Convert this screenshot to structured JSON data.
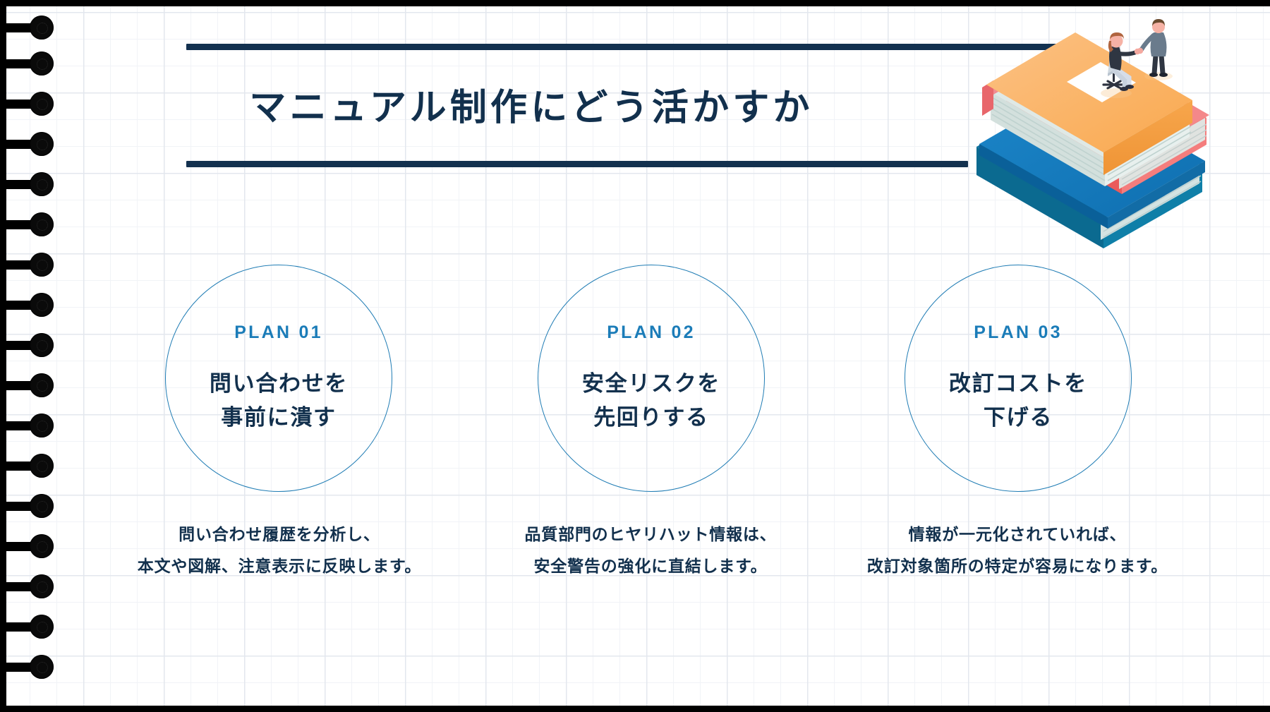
{
  "slide": {
    "title": "マニュアル制作にどう活かすか",
    "accent_blue": "#1b7cb8",
    "navy": "#12304d",
    "rule_color": "#13314f",
    "circle_stroke": "#1f7cb4",
    "grid_line_color": "#e3e7ee",
    "background": "#ffffff"
  },
  "illustration": {
    "name": "stacked-books-with-people",
    "books": [
      {
        "cover": "#f9b063",
        "page_edge": "#dfe9e6",
        "spine": "#f08a86"
      },
      {
        "cover": "#f26a6a",
        "page_edge": "#dfe9e6",
        "spine": "#f49a9a"
      },
      {
        "cover": "#0b79bf",
        "page_edge": "#dfe9e6",
        "spine": "#0d7290"
      }
    ],
    "figures": [
      "seated-woman-on-office-chair",
      "standing-man"
    ]
  },
  "plans": [
    {
      "label": "PLAN 01",
      "headline": "問い合わせを\n事前に潰す",
      "caption": "問い合わせ履歴を分析し、\n本文や図解、注意表示に反映します。"
    },
    {
      "label": "PLAN 02",
      "headline": "安全リスクを\n先回りする",
      "caption": "品質部門のヒヤリハット情報は、\n安全警告の強化に直結します。"
    },
    {
      "label": "PLAN 03",
      "headline": "改訂コストを\n下げる",
      "caption": "情報が一元化されていれば、\n改訂対象箇所の特定が容易になります。"
    }
  ]
}
